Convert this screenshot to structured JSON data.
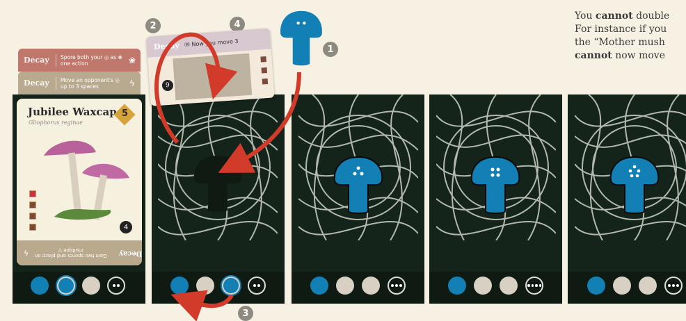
{
  "intro": {
    "line1_pre": "You ",
    "line1_bold": "cannot",
    "line1_post": " double",
    "line2": "For instance if you",
    "line3": "the “Mother mush",
    "line4_bold": "cannot",
    "line4_post": " now move"
  },
  "steps": [
    "1",
    "2",
    "3",
    "4"
  ],
  "decay_strips": [
    {
      "label": "Decay",
      "text": "Spore both your ◎ as ❀ one action",
      "icon": "❀",
      "color": "#bf786b"
    },
    {
      "label": "Decay",
      "text": "Move an opponent's ◎ up to 3 spaces",
      "icon": "ϟ",
      "color": "#b8aa8e"
    }
  ],
  "card": {
    "title": "Jubilee Waxcap",
    "latin": "Gliophorus reginae",
    "cost": "5",
    "corner_number": "4",
    "footer_label": "Decay",
    "footer_text": "Gain two spores and place on multiple ▽"
  },
  "top_card": {
    "label": "Decay",
    "text": "Ⓜ Now you move 3",
    "corner_number": "9"
  },
  "colors": {
    "blue": "#127fb5",
    "board": "#14241a",
    "cream": "#f7f1e3",
    "arrow": "#d23a2a"
  }
}
